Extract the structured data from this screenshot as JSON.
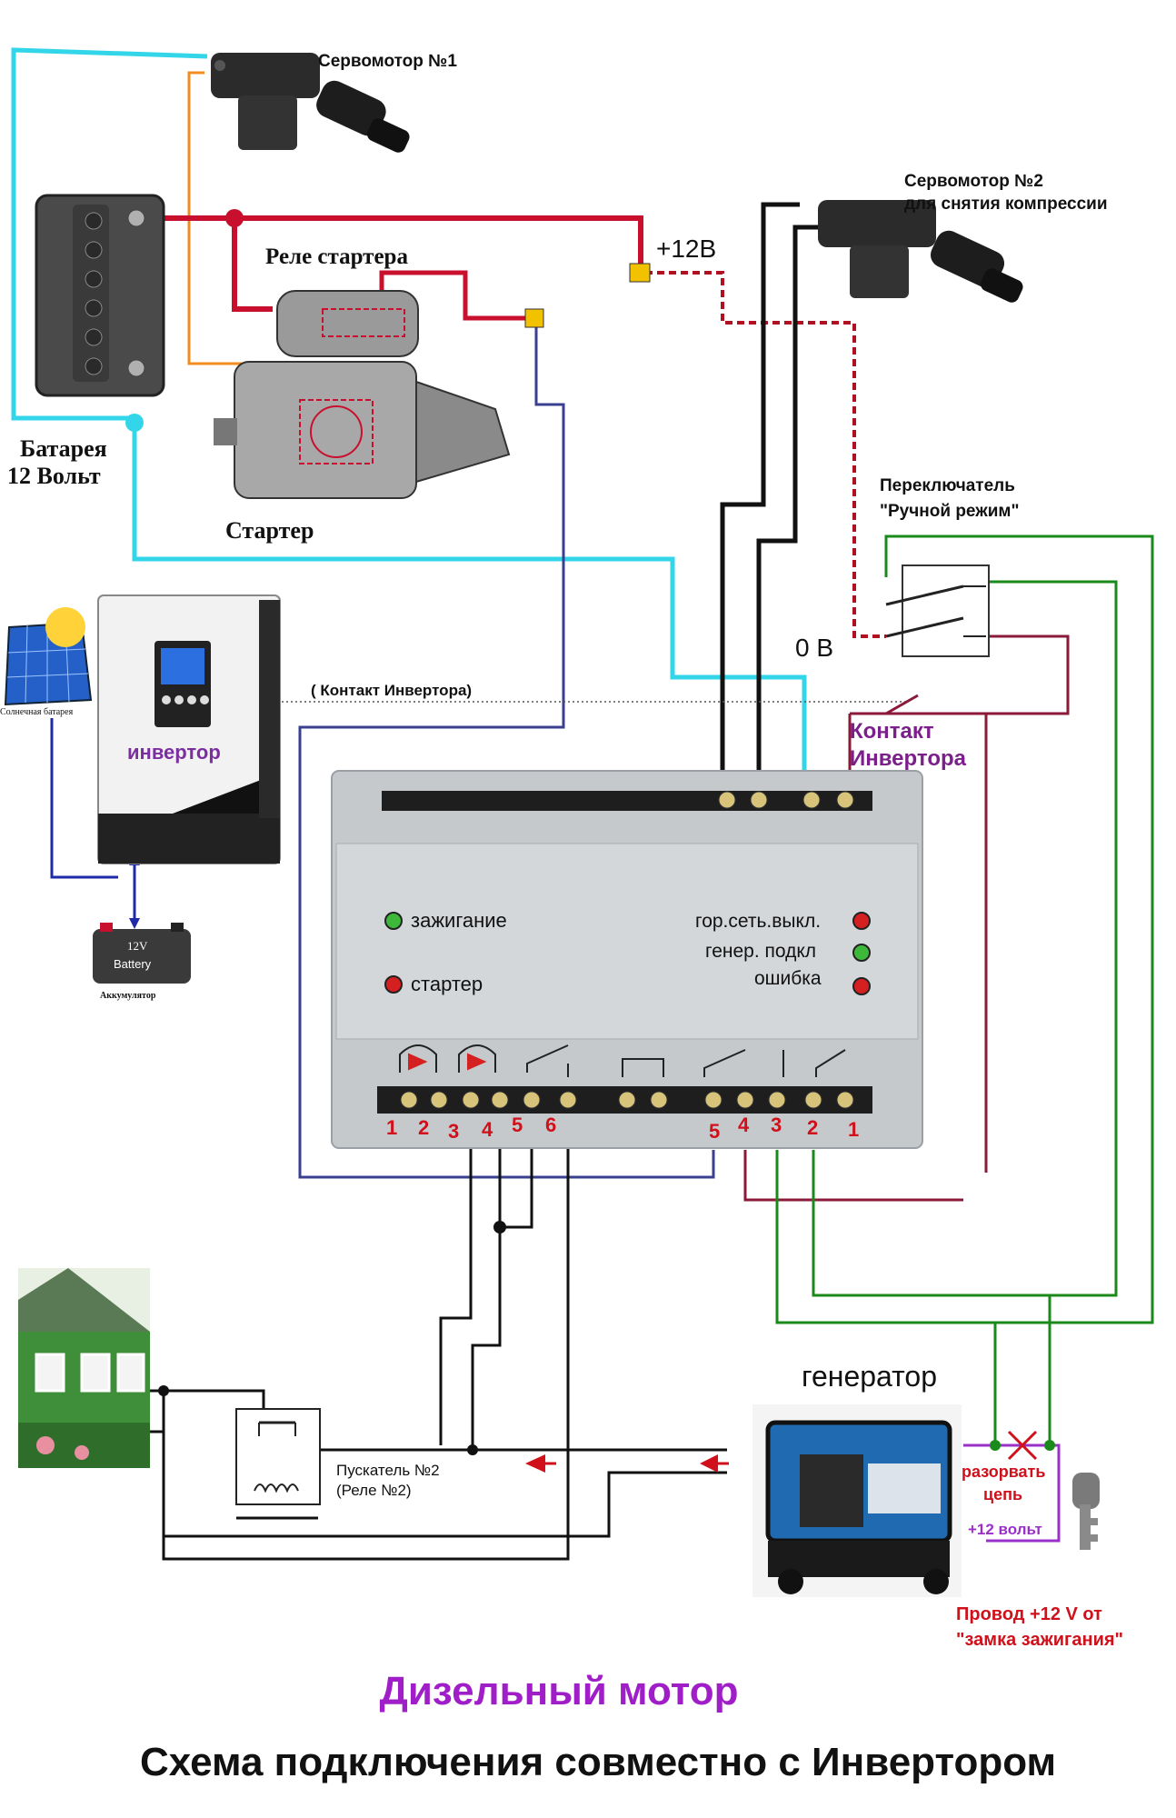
{
  "labels": {
    "servo1": "Сервомотор №1",
    "servo2_line1": "Сервомотор №2",
    "servo2_line2": "для снятия компрессии",
    "plus12": "+12В",
    "relay_starter": "Реле стартера",
    "battery_line1": "Батарея",
    "battery_line2": "12 Вольт",
    "starter": "Стартер",
    "switch_line1": "Переключатель",
    "switch_line2": "\"Ручной режим\"",
    "zero_v": "0 В",
    "inverter_contact_dotted": "( Контакт  Инвертора)",
    "inverter_contact_line1": "Контакт",
    "inverter_contact_line2": "Инвертора",
    "inverter": "инвертор",
    "solar": "Солнечная батарея",
    "accum_line1": "12V",
    "accum_line2": "Battery",
    "accum_caption": "Аккумулятор",
    "generator": "генератор",
    "break_line1": "разорвать",
    "break_line2": "цепь",
    "plus12_volt": "+12 вольт",
    "ignition_line1": "Провод +12 V  от",
    "ignition_line2": "\"замка зажигания\"",
    "starter_relay2_line1": "Пускатель №2",
    "starter_relay2_line2": "(Реле №2)"
  },
  "controller": {
    "indicators_left": [
      {
        "label": "зажигание",
        "color": "#3db83a"
      },
      {
        "label": "стартер",
        "color": "#d42020"
      }
    ],
    "indicators_right": [
      {
        "label": "гор.сеть.выкл.",
        "color": "#d42020"
      },
      {
        "label": "генер. подкл",
        "color": "#3db83a"
      },
      {
        "label": "ошибка",
        "color": "#d42020"
      }
    ],
    "terminals_left": [
      "1",
      "2",
      "3",
      "4",
      "5",
      "6"
    ],
    "terminals_right": [
      "5",
      "4",
      "3",
      "2",
      "1"
    ]
  },
  "titles": {
    "subtitle": "Дизельный мотор",
    "title": "Схема подключения совместно с Инвертором"
  },
  "colors": {
    "red_wire": "#c8102e",
    "cyan_wire": "#33d6e8",
    "orange_wire": "#f28c1e",
    "navy_wire": "#3a3f8f",
    "green_wire": "#1a8a1a",
    "maroon_wire": "#8b1a3a",
    "purple_text": "#8a2be2",
    "red_text": "#d0101a"
  }
}
